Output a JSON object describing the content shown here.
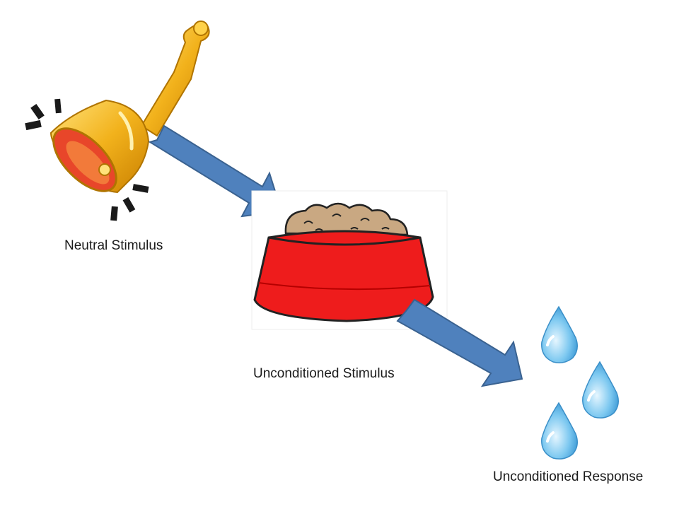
{
  "labels": {
    "neutral_stimulus": "Neutral Stimulus",
    "unconditioned_stimulus": "Unconditioned Stimulus",
    "unconditioned_response": "Unconditioned Response"
  },
  "colors": {
    "arrow_fill": "#4F81BD",
    "arrow_stroke": "#3A6290",
    "bell_gold": "#F2B21C",
    "bell_inner": "#E8462A",
    "bowl_red": "#EE1C1C",
    "food_tan": "#C9A882",
    "drop_blue": "#5FB8E8"
  },
  "icons": [
    "bell-icon",
    "food-bowl-icon",
    "water-drops-icon",
    "arrow-icon"
  ]
}
